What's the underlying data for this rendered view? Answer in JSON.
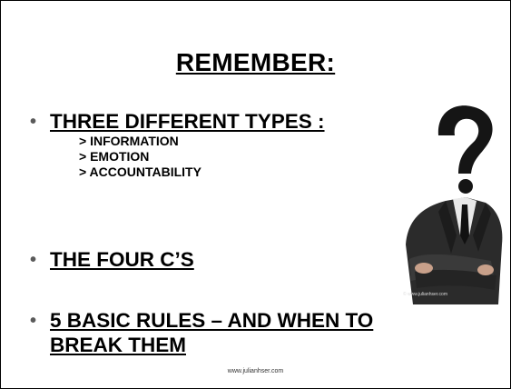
{
  "slide": {
    "title": "REMEMBER:",
    "bullets": [
      {
        "text": "THREE DIFFERENT TYPES :"
      },
      {
        "text": "THE FOUR C’S"
      },
      {
        "text": "5 BASIC RULES – AND WHEN TO BREAK THEM"
      }
    ],
    "sub_items": [
      "> INFORMATION",
      "> EMOTION",
      ">  ACCOUNTABILITY"
    ],
    "footer_url": "www.julianhser.com",
    "image_watermark": "© www.julianhser.com"
  },
  "icons": {
    "bullet": "bullet-dot-icon",
    "image": "question-mark-businessman-icon"
  },
  "colors": {
    "text": "#000000",
    "bullet": "#5a5a5a",
    "background": "#ffffff"
  }
}
